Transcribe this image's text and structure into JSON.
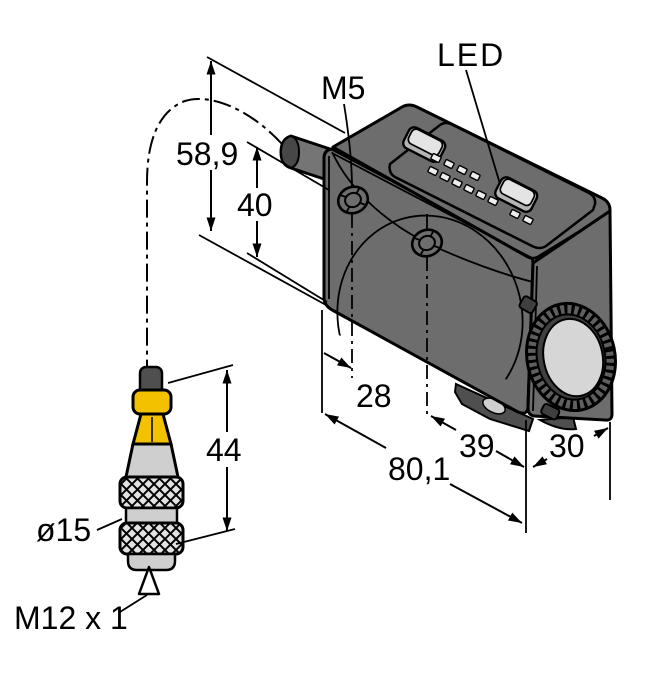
{
  "drawing": {
    "labels": {
      "led": "LED",
      "mounting_thread": "M5",
      "connector_diameter": "ø15",
      "connector_thread": "M12 x 1"
    },
    "dimensions": {
      "total_height": "58,9",
      "housing_height": "40",
      "connector_length": "44",
      "hole_offset": "28",
      "lens_offset": "39",
      "total_length": "80,1",
      "housing_width": "30"
    },
    "colors": {
      "housing": "#6d6d6d",
      "accent_yellow": "#f2c200",
      "metal_gray": "#cfcfcf",
      "lens_face": "#d6d6d6",
      "line": "#000000",
      "background": "#ffffff"
    }
  }
}
